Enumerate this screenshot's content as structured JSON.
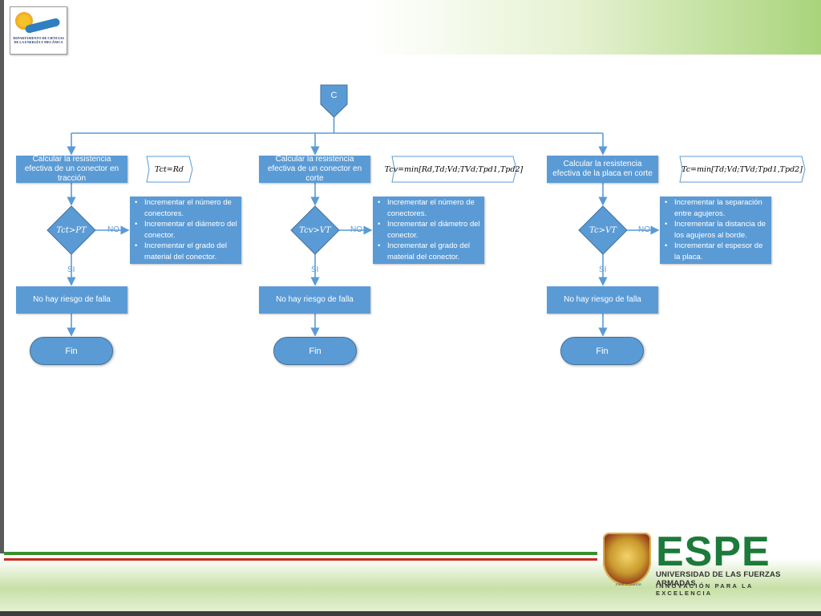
{
  "header": {
    "department_logo_text": "DEPARTAMENTO DE CIENCIAS DE LA ENERGÍA Y MECÁNICA"
  },
  "start": {
    "label": "C"
  },
  "columns": [
    {
      "calc_label": "Calcular la resistencia efectiva de un conector en tracción",
      "formula": "Tct=Rd",
      "condition": "Tct>PT",
      "no_label": "NO",
      "yes_label": "SI",
      "actions": [
        "Incrementar el número de conectores.",
        "Incrementar el diámetro del conector.",
        "Incrementar el grado del material del conector."
      ],
      "result": "No hay riesgo de falla",
      "end": "Fin"
    },
    {
      "calc_label": "Calcular la resistencia efectiva de un conector en corte",
      "formula": "Tcv=min[Rd,Td;Vd;TVd;Tpd1,Tpd2]",
      "condition": "Tcv>VT",
      "no_label": "NO",
      "yes_label": "SI",
      "actions": [
        "Incrementar el número de conectores.",
        "Incrementar el diámetro del conector.",
        "Incrementar el grado del material del conector."
      ],
      "result": "No hay riesgo de falla",
      "end": "Fin"
    },
    {
      "calc_label": "Calcular la resistencia efectiva de la placa en corte",
      "formula": "Tc=min[Td;Vd;TVd;Tpd1,Tpd2]",
      "condition": "Tc>VT",
      "no_label": "NO",
      "yes_label": "SI",
      "actions": [
        "Incrementar la separación entre agujeros.",
        "Incrementar la distancia de los agujeros al borde.",
        "Incrementar el espesor de la placa."
      ],
      "result": "No hay riesgo de falla",
      "end": "Fin"
    }
  ],
  "footer": {
    "logo_text": "ESPE",
    "university": "UNIVERSIDAD DE LAS FUERZAS ARMADAS",
    "slogan": "INNOVACIÓN PARA LA EXCELENCIA",
    "shield_caption": "ESPE ECUADOR"
  },
  "colors": {
    "shape_fill": "#5b9bd5",
    "connector": "#5b9bd5",
    "brand_green": "#1d7a3a"
  }
}
